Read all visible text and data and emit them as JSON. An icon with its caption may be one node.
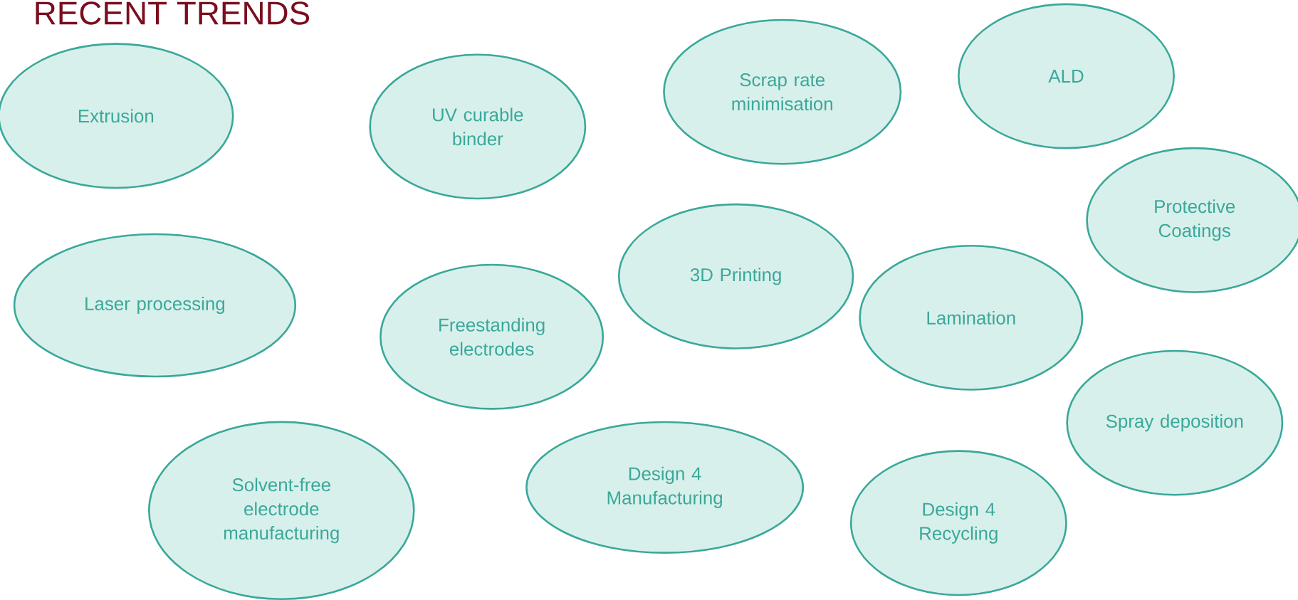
{
  "diagram": {
    "title": "RECENT TRENDS",
    "nodes": [
      {
        "text": [
          "Extrusion"
        ]
      },
      {
        "text": [
          "UV curable binder"
        ]
      },
      {
        "text": [
          "Scrap rate minimisation"
        ]
      },
      {
        "text": [
          "ALD"
        ]
      },
      {
        "text": [
          "Protective Coatings"
        ]
      },
      {
        "text": [
          "Laser processing"
        ]
      },
      {
        "text": [
          "3D Printing"
        ]
      },
      {
        "text": [
          "Freestanding electrodes"
        ]
      },
      {
        "text": [
          "Lamination"
        ]
      },
      {
        "text": [
          "Spray deposition"
        ]
      },
      {
        "text": [
          "Solvent-free electrode manufacturing"
        ]
      },
      {
        "text": [
          "Design 4 Manufacturing"
        ]
      },
      {
        "text": [
          "Design 4 Recycling"
        ]
      }
    ],
    "edges": []
  }
}
